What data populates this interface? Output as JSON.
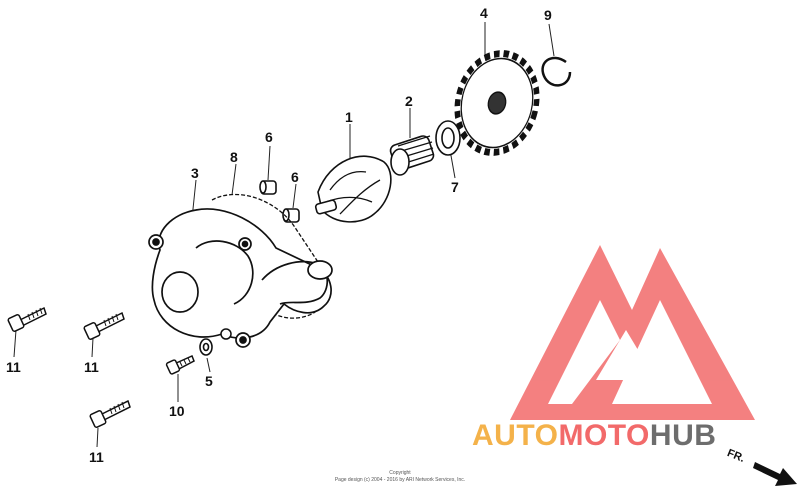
{
  "callouts": [
    {
      "id": "c1",
      "label": "1"
    },
    {
      "id": "c2",
      "label": "2"
    },
    {
      "id": "c3",
      "label": "3"
    },
    {
      "id": "c4",
      "label": "4"
    },
    {
      "id": "c5",
      "label": "5"
    },
    {
      "id": "c6a",
      "label": "6"
    },
    {
      "id": "c6b",
      "label": "6"
    },
    {
      "id": "c7",
      "label": "7"
    },
    {
      "id": "c8",
      "label": "8"
    },
    {
      "id": "c9",
      "label": "9"
    },
    {
      "id": "c10",
      "label": "10"
    },
    {
      "id": "c11a",
      "label": "11"
    },
    {
      "id": "c11b",
      "label": "11"
    },
    {
      "id": "c11c",
      "label": "11"
    }
  ],
  "watermark": {
    "part1": "AUTO",
    "part2": "MOTO",
    "part3": "HUB",
    "color_orange": "#f4b24a",
    "color_red": "#f26a6a",
    "color_gray": "#6d6d6d"
  },
  "direction_label": "FR.",
  "copyright": {
    "line1": "Copyright",
    "line2": "Page design (c) 2004 - 2016 by ARI Network Services, Inc."
  }
}
